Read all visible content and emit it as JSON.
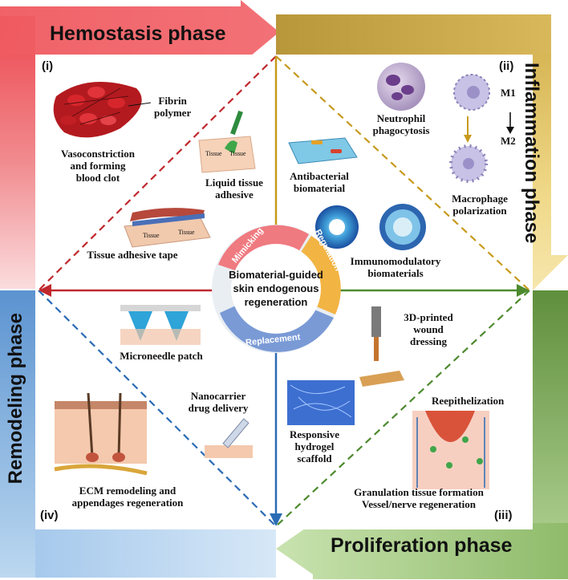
{
  "phases": {
    "hemostasis": "Hemostasis phase",
    "inflammation": "Inflammation phase",
    "proliferation": "Proliferation phase",
    "remodeling": "Remodeling phase"
  },
  "quadrant_numbers": {
    "i": "(i)",
    "ii": "(ii)",
    "iii": "(iii)",
    "iv": "(iv)"
  },
  "center": {
    "line1": "Biomaterial-guided",
    "line2": "skin endogenous",
    "line3": "regeneration",
    "ring": {
      "mimicking": "Mimicking",
      "regulation": "Regulation",
      "replacement": "Replacement"
    }
  },
  "labels": {
    "fibrin_1": "Fibrin",
    "fibrin_2": "polymer",
    "vaso_1": "Vasoconstriction",
    "vaso_2": "and forming",
    "vaso_3": "blood clot",
    "liquid_1": "Liquid tissue",
    "liquid_2": "adhesive",
    "tape": "Tissue adhesive tape",
    "tissue_word": "Tissue",
    "neutro_1": "Neutrophil",
    "neutro_2": "phagocytosis",
    "m1": "M1",
    "m2": "M2",
    "antibac_1": "Antibacterial",
    "antibac_2": "biomaterial",
    "macro_1": "Macrophage",
    "macro_2": "polarization",
    "immuno_1": "Immunomodulatory",
    "immuno_2": "biomaterials",
    "printed_1": "3D-printed",
    "printed_2": "wound",
    "printed_3": "dressing",
    "hydrogel_1": "Responsive",
    "hydrogel_2": "hydrogel",
    "hydrogel_3": "scaffold",
    "reepi": "Reepithelization",
    "granulation_1": "Granulation tissue formation",
    "granulation_2": "Vessel/nerve regeneration",
    "microneedle": "Microneedle patch",
    "nano_1": "Nanocarrier",
    "nano_2": "drug delivery",
    "ecm_1": "ECM remodeling and",
    "ecm_2": "appendages regeneration"
  },
  "colors": {
    "hemostasis": "#e8535a",
    "inflammation": "#c8a23c",
    "proliferation": "#6e9a4a",
    "remodeling": "#4a86c8",
    "ring_mimicking": "#ef7a80",
    "ring_regulation": "#f2b443",
    "ring_replacement": "#7a9ad6"
  }
}
